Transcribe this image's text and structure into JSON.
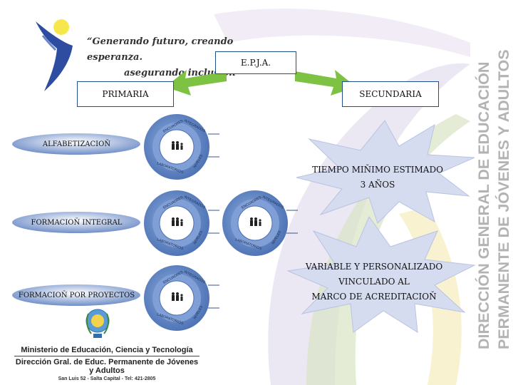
{
  "header": {
    "slogan_line1": "“Generando futuro, creando esperanza.",
    "slogan_line2": "asegurando inclusión”"
  },
  "diagram": {
    "root": "E.P.J.A.",
    "branches": [
      "PRIMARIA",
      "SECUNDARIA"
    ],
    "primaria_items": [
      "ALFABETIZACIOŇ",
      "FORMACIOŇ INTEGRAL",
      "FORMACIOŇ POR PROYECTOS"
    ],
    "secundaria_items": [
      [
        "TIEMPO MIŇIMO ESTIMADO",
        "3 AÑOS"
      ],
      [
        "VARIABLE Y PERSONALIZADO",
        "VINCULADO AL",
        "MARCO DE ACREDITACIOŇ"
      ]
    ],
    "node_rings": [
      "INTEGRADOS",
      "ENCUADRES",
      "NIVELES",
      "LABORATORIOS"
    ]
  },
  "side_title": {
    "line1": "DIRECCIÓN GENERAL DE EDUCACIÓN",
    "line2": "PERMANENTE DE JÓVENES Y ADULTOS"
  },
  "footer": {
    "ministry": "Ministerio de Educación, Ciencia y Tecnología",
    "direction": "Dirección Gral. de Educ. Permanente de Jóvenes y Adultos",
    "address": "San Luis 52 - Salta Capital - Tel: 421-2805"
  },
  "colors": {
    "box_border": "#1f4e8c",
    "arrow_green": "#7dc242",
    "node_blue": "#5b84c4",
    "star_fill": "#d6dcef",
    "logo_yellow": "#f6e84a",
    "logo_blue": "#2f4da0"
  }
}
